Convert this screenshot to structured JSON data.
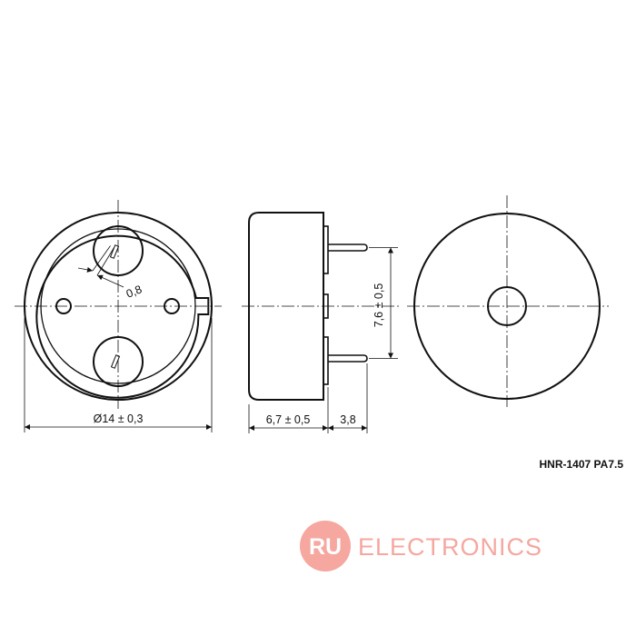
{
  "dimensions": {
    "diameter": "Ø14 ± 0,3",
    "height": "6,7 ± 0,5",
    "pin_length": "3,8",
    "pin_spacing": "7,6 ± 0,5",
    "pin_width": "0,8"
  },
  "part_code": "HNR-1407 PA7.5",
  "brand": {
    "logo_text": "RU",
    "name": "ELECTRONICS",
    "color": "#f5a39b"
  },
  "colors": {
    "line": "#111111",
    "background": "#ffffff"
  }
}
